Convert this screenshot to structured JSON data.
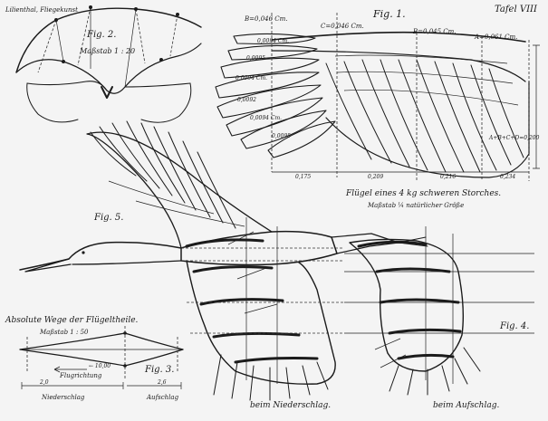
{
  "plate": {
    "header_left": "Lilienthal, Fliegekunst",
    "plate_number": "Tafel VIII"
  },
  "fig1": {
    "label": "Fig. 1.",
    "caption_line1": "Flügel eines 4 kg schweren Storches.",
    "caption_line2": "Maßstab ¼ natürlicher Größe",
    "marker_b1": "B=0,046 Cm.",
    "marker_c": "C=0,046 Cm.",
    "marker_b2": "B=0,045 Cm.",
    "marker_a": "A=0,061 Cm.",
    "feather_values": [
      "0,0094 Cm.",
      "0,0095",
      "0,0094 Cm.",
      "0,0092",
      "0,0094 Cm.",
      "0,0095"
    ],
    "dim_values": [
      "0,175",
      "0,209",
      "0,216",
      "0,234"
    ],
    "side_label": "A+B+C+D=0,200"
  },
  "fig2": {
    "label": "Fig. 2.",
    "scale": "Maßstab 1 : 20"
  },
  "fig3": {
    "title": "Absolute Wege der Flügeltheile.",
    "scale": "Maßstab 1 : 50",
    "label": "Fig. 3.",
    "flugrichtung": "Flugrichtung",
    "speed": "← 10,00",
    "niederschlag": "Niederschlag",
    "aufschlag": "Aufschlag",
    "dim_left": "2,0",
    "dim_right": "2,6"
  },
  "fig4": {
    "label": "Fig. 4.",
    "caption": "beim Aufschlag."
  },
  "fig5": {
    "label": "Fig. 5.",
    "caption": "beim Niederschlag."
  },
  "colors": {
    "ink": "#1b1b1b",
    "paper": "#f4f4f4",
    "frame": "#ededed"
  }
}
